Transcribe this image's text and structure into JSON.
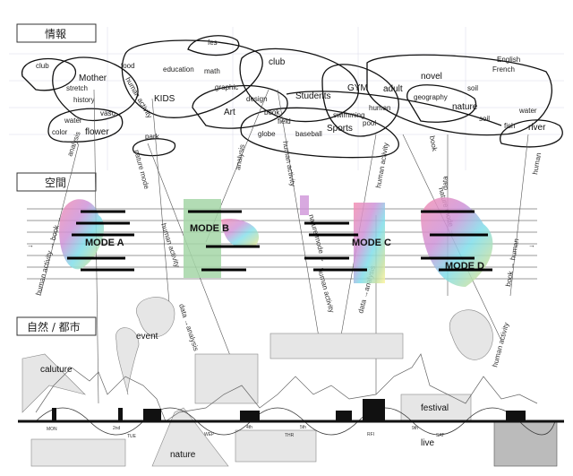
{
  "sections": {
    "info": "情報",
    "space": "空間",
    "nature_city": "自然 / 都市"
  },
  "info_words": [
    "fes",
    "club",
    "Mother",
    "food",
    "stretch",
    "history",
    "KIDS",
    "education",
    "math",
    "club",
    "GYM",
    "Students",
    "graphic",
    "design",
    "Art",
    "book",
    "field",
    "Sports",
    "swimming",
    "baseball",
    "globe",
    "human",
    "pool",
    "adult",
    "novel",
    "English",
    "French",
    "geography",
    "soil",
    "nature",
    "water",
    "soil",
    "fish",
    "river",
    "water",
    "color",
    "flower",
    "park",
    "vaso",
    "human activity"
  ],
  "arrow_labels": {
    "analysis": "analysis",
    "nature_mode": "nature mode",
    "human_activity": "human activity",
    "book": "book",
    "data": "data",
    "human": "human",
    "arrow_chain_1": "human activity → book →",
    "arrow_chain_2": "data →analysis",
    "arrow_chain_3": "nature mode →",
    "arrow_chain_4": "book → human"
  },
  "modes": [
    "MODE A",
    "MODE B",
    "MODE C",
    "MODE D"
  ],
  "bottom_labels": {
    "event": "event",
    "culture": "caluture",
    "nature": "nature",
    "festival": "festival",
    "live": "live"
  },
  "days": [
    "MON",
    "2nd",
    "TUE",
    "WEP",
    "4th",
    "5th",
    "THR",
    "RFI",
    "9th",
    "SAT"
  ],
  "colors": {
    "ink": "#111111",
    "grey_fill": "#e6e6e6"
  }
}
